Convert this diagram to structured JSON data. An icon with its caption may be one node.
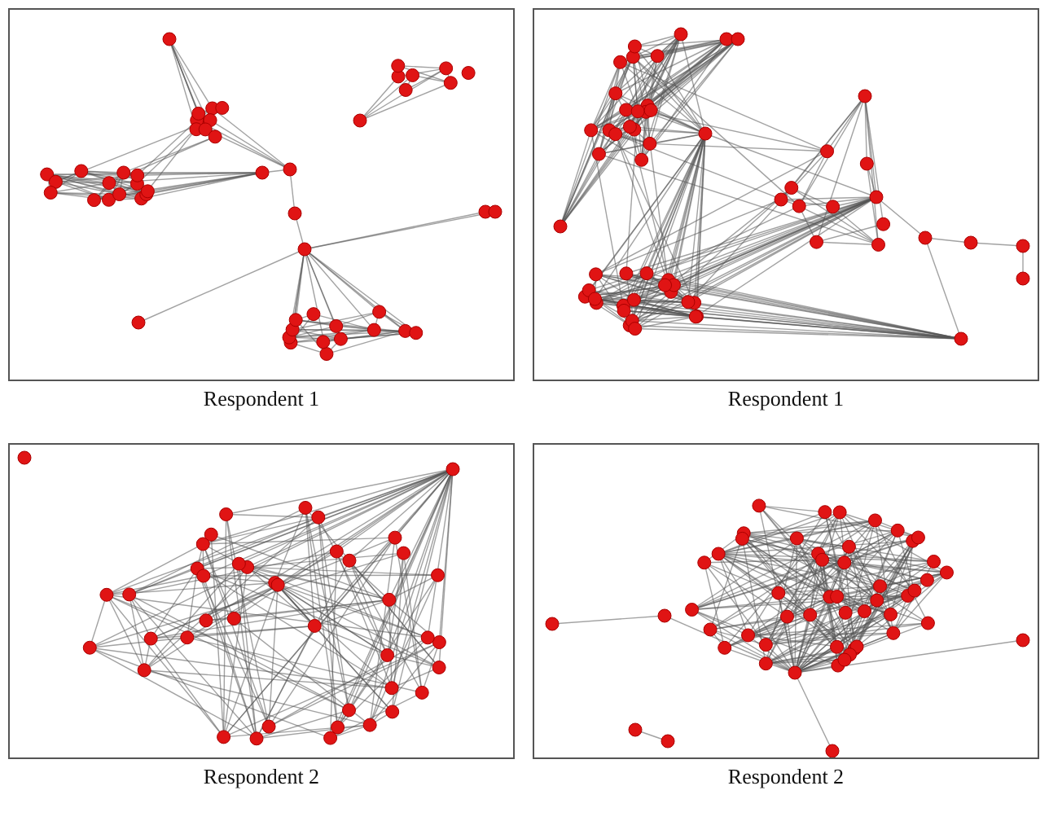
{
  "diagram": {
    "nodes": [
      {
        "text": [],
        "shape": "picture",
        "beside": [
          "Respondent 1"
        ]
      },
      {
        "text": [],
        "shape": "picture",
        "beside": [
          "Respondent 1"
        ]
      },
      {
        "text": [],
        "shape": "picture",
        "beside": [
          "Respondent 2"
        ]
      },
      {
        "text": [],
        "shape": "picture",
        "beside": [
          "Respondent 2"
        ]
      }
    ]
  }
}
